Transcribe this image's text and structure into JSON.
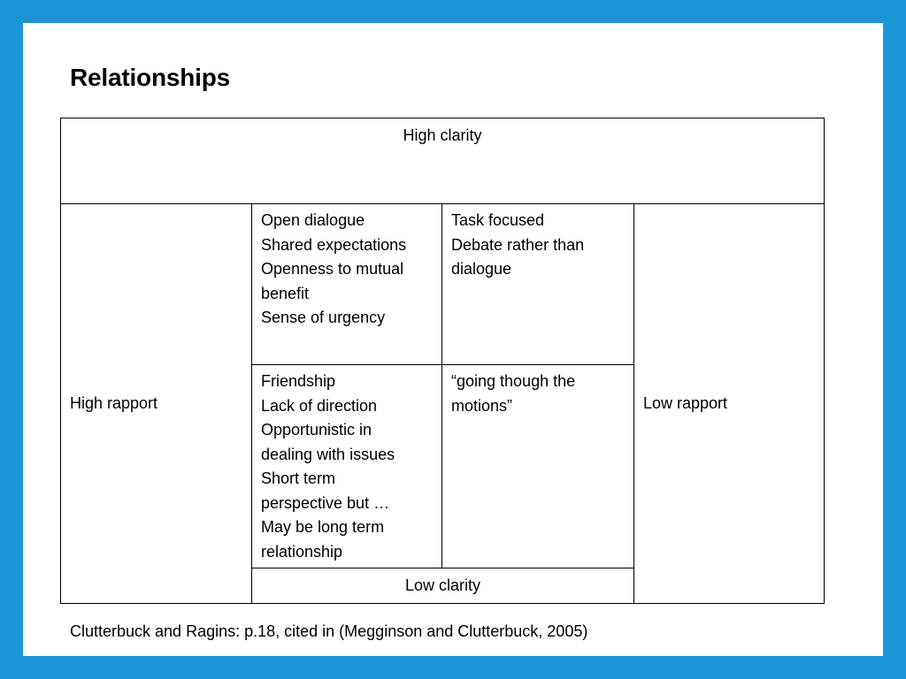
{
  "slide": {
    "title": "Relationships",
    "citation": "Clutterbuck and Ragins: p.18, cited in (Megginson and Clutterbuck, 2005)"
  },
  "matrix": {
    "top_label": "High clarity",
    "bottom_label": "Low clarity",
    "left_label": "High rapport",
    "right_label": "Low rapport",
    "quadrants": {
      "top_left": [
        "Open dialogue",
        "Shared expectations",
        "Openness to mutual",
        "benefit",
        "Sense of urgency"
      ],
      "top_right": [
        "Task focused",
        "Debate rather than",
        "dialogue"
      ],
      "bottom_left": [
        "Friendship",
        "Lack of direction",
        "Opportunistic in",
        "dealing with issues",
        "Short term",
        "perspective but …",
        "May be long term",
        "relationship"
      ],
      "bottom_right": [
        "“going though the",
        "motions”"
      ]
    }
  },
  "colors": {
    "frame": "#1b95d6",
    "background": "#ffffff",
    "text": "#000000"
  }
}
